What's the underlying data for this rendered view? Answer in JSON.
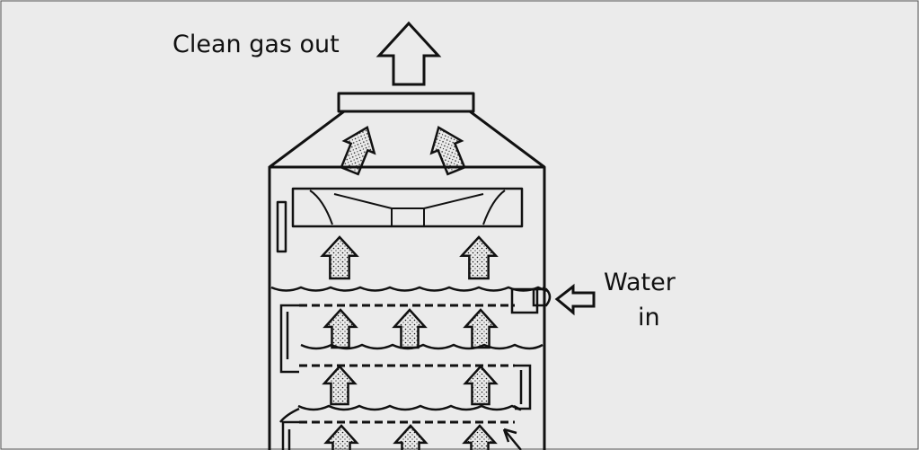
{
  "diagram": {
    "labels": {
      "clean_gas_out": "Clean gas out",
      "water_line1": "Water",
      "water_line2": "in"
    },
    "colors": {
      "background": "#ebebeb",
      "ink": "#111111"
    }
  }
}
